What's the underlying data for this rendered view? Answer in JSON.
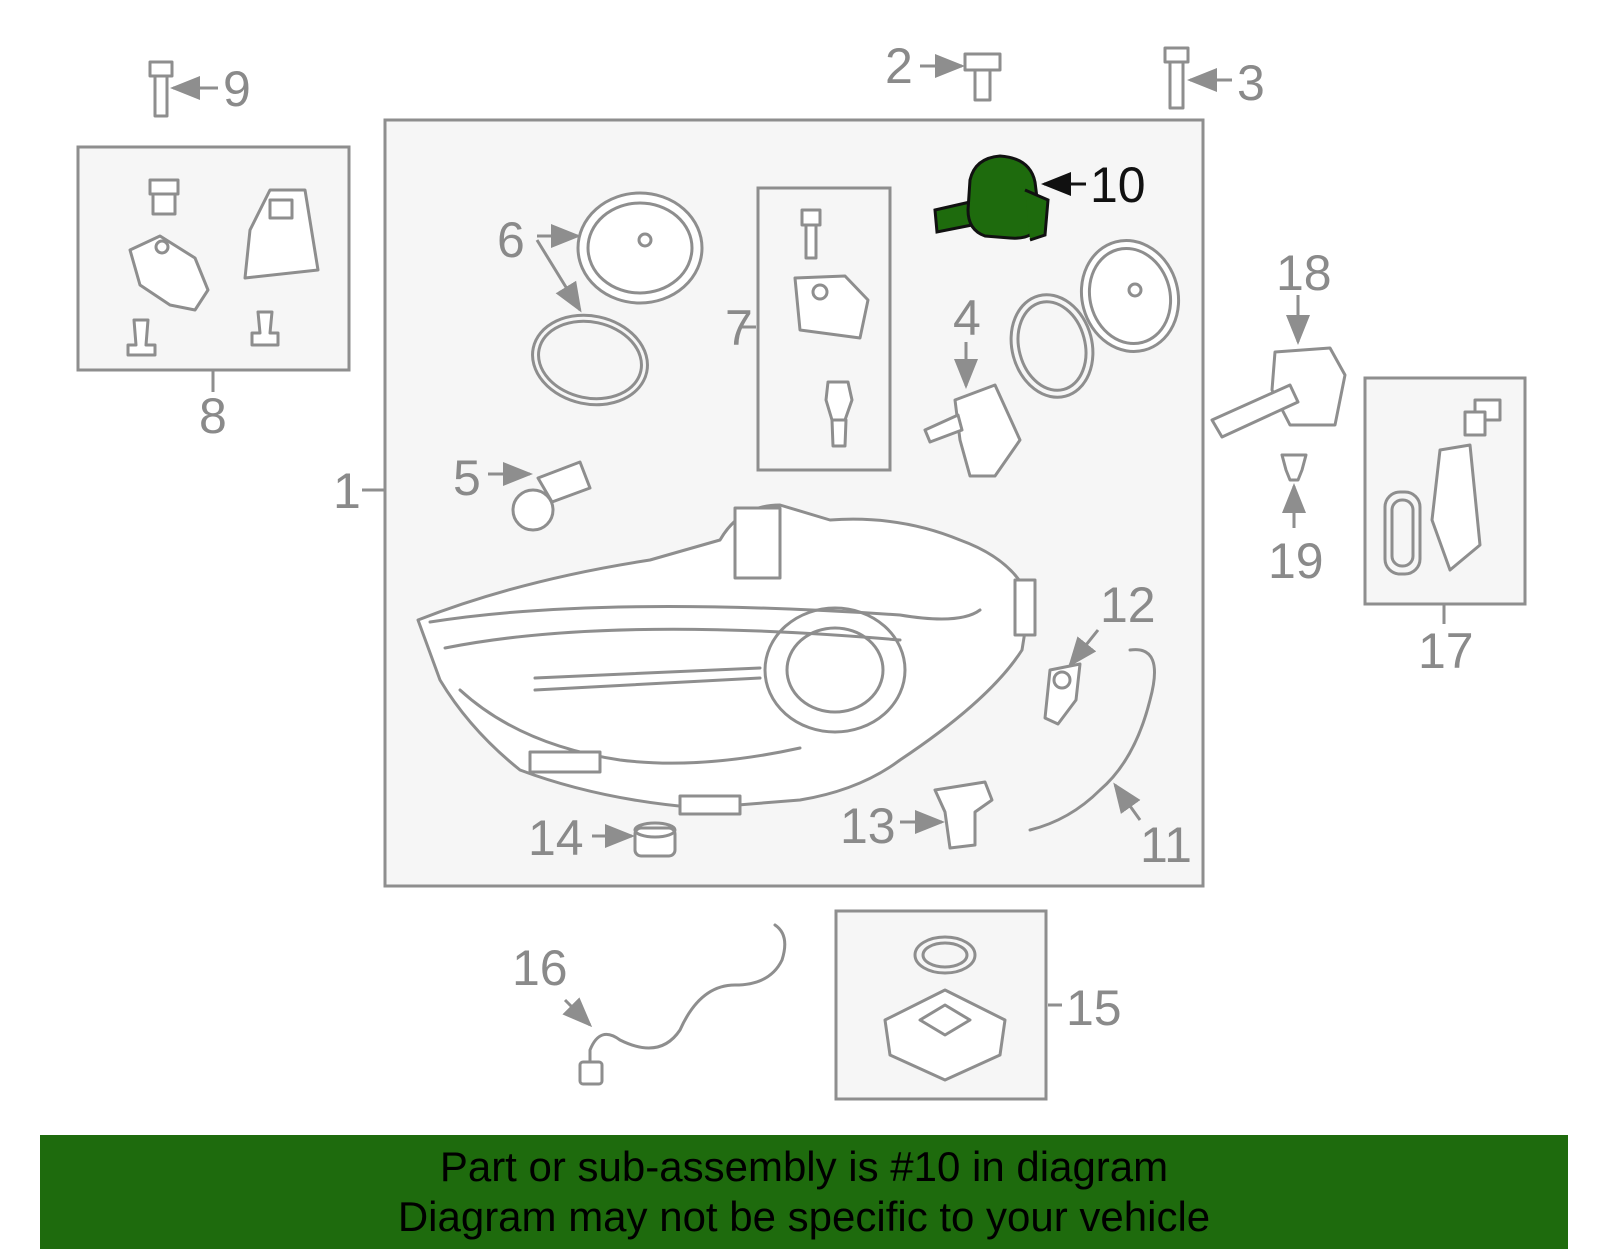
{
  "callouts": {
    "c1": "1",
    "c2": "2",
    "c3": "3",
    "c4": "4",
    "c5": "5",
    "c6": "6",
    "c7": "7",
    "c8": "8",
    "c9": "9",
    "c10": "10",
    "c11": "11",
    "c12": "12",
    "c13": "13",
    "c14": "14",
    "c15": "15",
    "c16": "16",
    "c17": "17",
    "c18": "18",
    "c19": "19"
  },
  "highlight": {
    "part": "10",
    "color": "#1e6b0d"
  },
  "banner": {
    "line1": "Part or sub-assembly is #10 in diagram",
    "line2": "Diagram may not be specific to your vehicle",
    "background": "#1e6b0d"
  }
}
